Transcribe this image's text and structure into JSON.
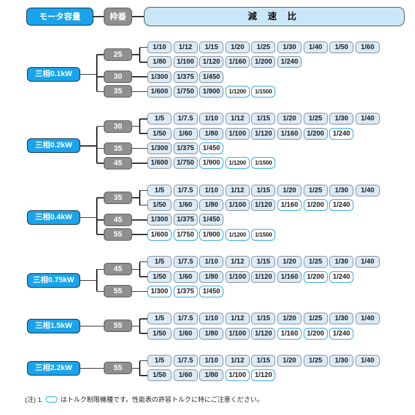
{
  "header": {
    "motor_capacity_label": "モータ容量",
    "frame_label": "枠番",
    "ratio_label": "減 速 比"
  },
  "colors": {
    "capacity_fill": "#1aa3ea",
    "capacity_border": "#1d2f45",
    "frame_fill": "#8f8f8f",
    "frame_border": "#5c5c5c",
    "ratio_fill": "#daeaf7",
    "ratio_border": "#878f96",
    "ratio_header_fill": "#c9e7f8",
    "torque_limited_border": "#2ea8e8",
    "connector_line": "#333333"
  },
  "blocks": [
    {
      "capacity": "三相0.1kW",
      "frames": [
        {
          "frame": "25",
          "rows": [
            {
              "ratios": [
                "1/10",
                "1/12",
                "1/15",
                "1/20",
                "1/25",
                "1/30",
                "1/40",
                "1/50",
                "1/60"
              ],
              "torque_limited": []
            },
            {
              "ratios": [
                "1/80",
                "1/100",
                "1/120",
                "1/160",
                "1/200",
                "1/240"
              ],
              "torque_limited": []
            }
          ]
        },
        {
          "frame": "30",
          "rows": [
            {
              "ratios": [
                "1/300",
                "1/375",
                "1/450"
              ],
              "torque_limited": []
            }
          ]
        },
        {
          "frame": "35",
          "rows": [
            {
              "ratios": [
                "1/600",
                "1/750",
                "1/900",
                "1/1200",
                "1/1500"
              ],
              "torque_limited": [
                "1/1200",
                "1/1500"
              ]
            }
          ]
        }
      ]
    },
    {
      "capacity": "三相0.2kW",
      "frames": [
        {
          "frame": "30",
          "rows": [
            {
              "ratios": [
                "1/5",
                "1/7.5",
                "1/10",
                "1/12",
                "1/15",
                "1/20",
                "1/25",
                "1/30",
                "1/40"
              ],
              "torque_limited": []
            },
            {
              "ratios": [
                "1/50",
                "1/60",
                "1/80",
                "1/100",
                "1/120",
                "1/160",
                "1/200",
                "1/240"
              ],
              "torque_limited": [
                "1/240"
              ]
            }
          ]
        },
        {
          "frame": "35",
          "rows": [
            {
              "ratios": [
                "1/300",
                "1/375",
                "1/450"
              ],
              "torque_limited": [
                "1/450"
              ]
            }
          ]
        },
        {
          "frame": "45",
          "rows": [
            {
              "ratios": [
                "1/600",
                "1/750",
                "1/900",
                "1/1200",
                "1/1500"
              ],
              "torque_limited": [
                "1/900",
                "1/1200",
                "1/1500"
              ]
            }
          ]
        }
      ]
    },
    {
      "capacity": "三相0.4kW",
      "frames": [
        {
          "frame": "35",
          "rows": [
            {
              "ratios": [
                "1/5",
                "1/7.5",
                "1/10",
                "1/12",
                "1/15",
                "1/20",
                "1/25",
                "1/30",
                "1/40"
              ],
              "torque_limited": []
            },
            {
              "ratios": [
                "1/50",
                "1/60",
                "1/80",
                "1/100",
                "1/120",
                "1/160",
                "1/200",
                "1/240"
              ],
              "torque_limited": [
                "1/160",
                "1/200",
                "1/240"
              ]
            }
          ]
        },
        {
          "frame": "45",
          "rows": [
            {
              "ratios": [
                "1/300",
                "1/375",
                "1/450"
              ],
              "torque_limited": []
            }
          ]
        },
        {
          "frame": "55",
          "rows": [
            {
              "ratios": [
                "1/600",
                "1/750",
                "1/900",
                "1/1200",
                "1/1500"
              ],
              "torque_limited": [
                "1/600",
                "1/750",
                "1/900",
                "1/1200",
                "1/1500"
              ]
            }
          ]
        }
      ]
    },
    {
      "capacity": "三相0.75kW",
      "frames": [
        {
          "frame": "45",
          "rows": [
            {
              "ratios": [
                "1/5",
                "1/7.5",
                "1/10",
                "1/12",
                "1/15",
                "1/20",
                "1/25",
                "1/30",
                "1/40"
              ],
              "torque_limited": []
            },
            {
              "ratios": [
                "1/50",
                "1/60",
                "1/80",
                "1/100",
                "1/120",
                "1/160",
                "1/200",
                "1/240"
              ],
              "torque_limited": [
                "1/200",
                "1/240"
              ]
            }
          ]
        },
        {
          "frame": "55",
          "rows": [
            {
              "ratios": [
                "1/300",
                "1/375",
                "1/450"
              ],
              "torque_limited": [
                "1/300",
                "1/375",
                "1/450"
              ]
            }
          ]
        }
      ]
    },
    {
      "capacity": "三相1.5kW",
      "frames": [
        {
          "frame": "55",
          "rows": [
            {
              "ratios": [
                "1/5",
                "1/7.5",
                "1/10",
                "1/12",
                "1/15",
                "1/20",
                "1/25",
                "1/30",
                "1/40"
              ],
              "torque_limited": []
            },
            {
              "ratios": [
                "1/50",
                "1/60",
                "1/80",
                "1/100",
                "1/120",
                "1/160",
                "1/200",
                "1/240"
              ],
              "torque_limited": [
                "1/160",
                "1/200",
                "1/240"
              ]
            }
          ]
        }
      ]
    },
    {
      "capacity": "三相2.2kW",
      "frames": [
        {
          "frame": "55",
          "rows": [
            {
              "ratios": [
                "1/5",
                "1/7.5",
                "1/10",
                "1/12",
                "1/15",
                "1/20",
                "1/25",
                "1/30",
                "1/40"
              ],
              "torque_limited": []
            },
            {
              "ratios": [
                "1/50",
                "1/60",
                "1/80",
                "1/100",
                "1/120"
              ],
              "torque_limited": [
                "1/100",
                "1/120"
              ]
            }
          ]
        }
      ]
    }
  ],
  "note": {
    "prefix": "(注) 1.",
    "text": "はトルク制限機種です。性能表の許容トルクに特にご注意ください。"
  }
}
